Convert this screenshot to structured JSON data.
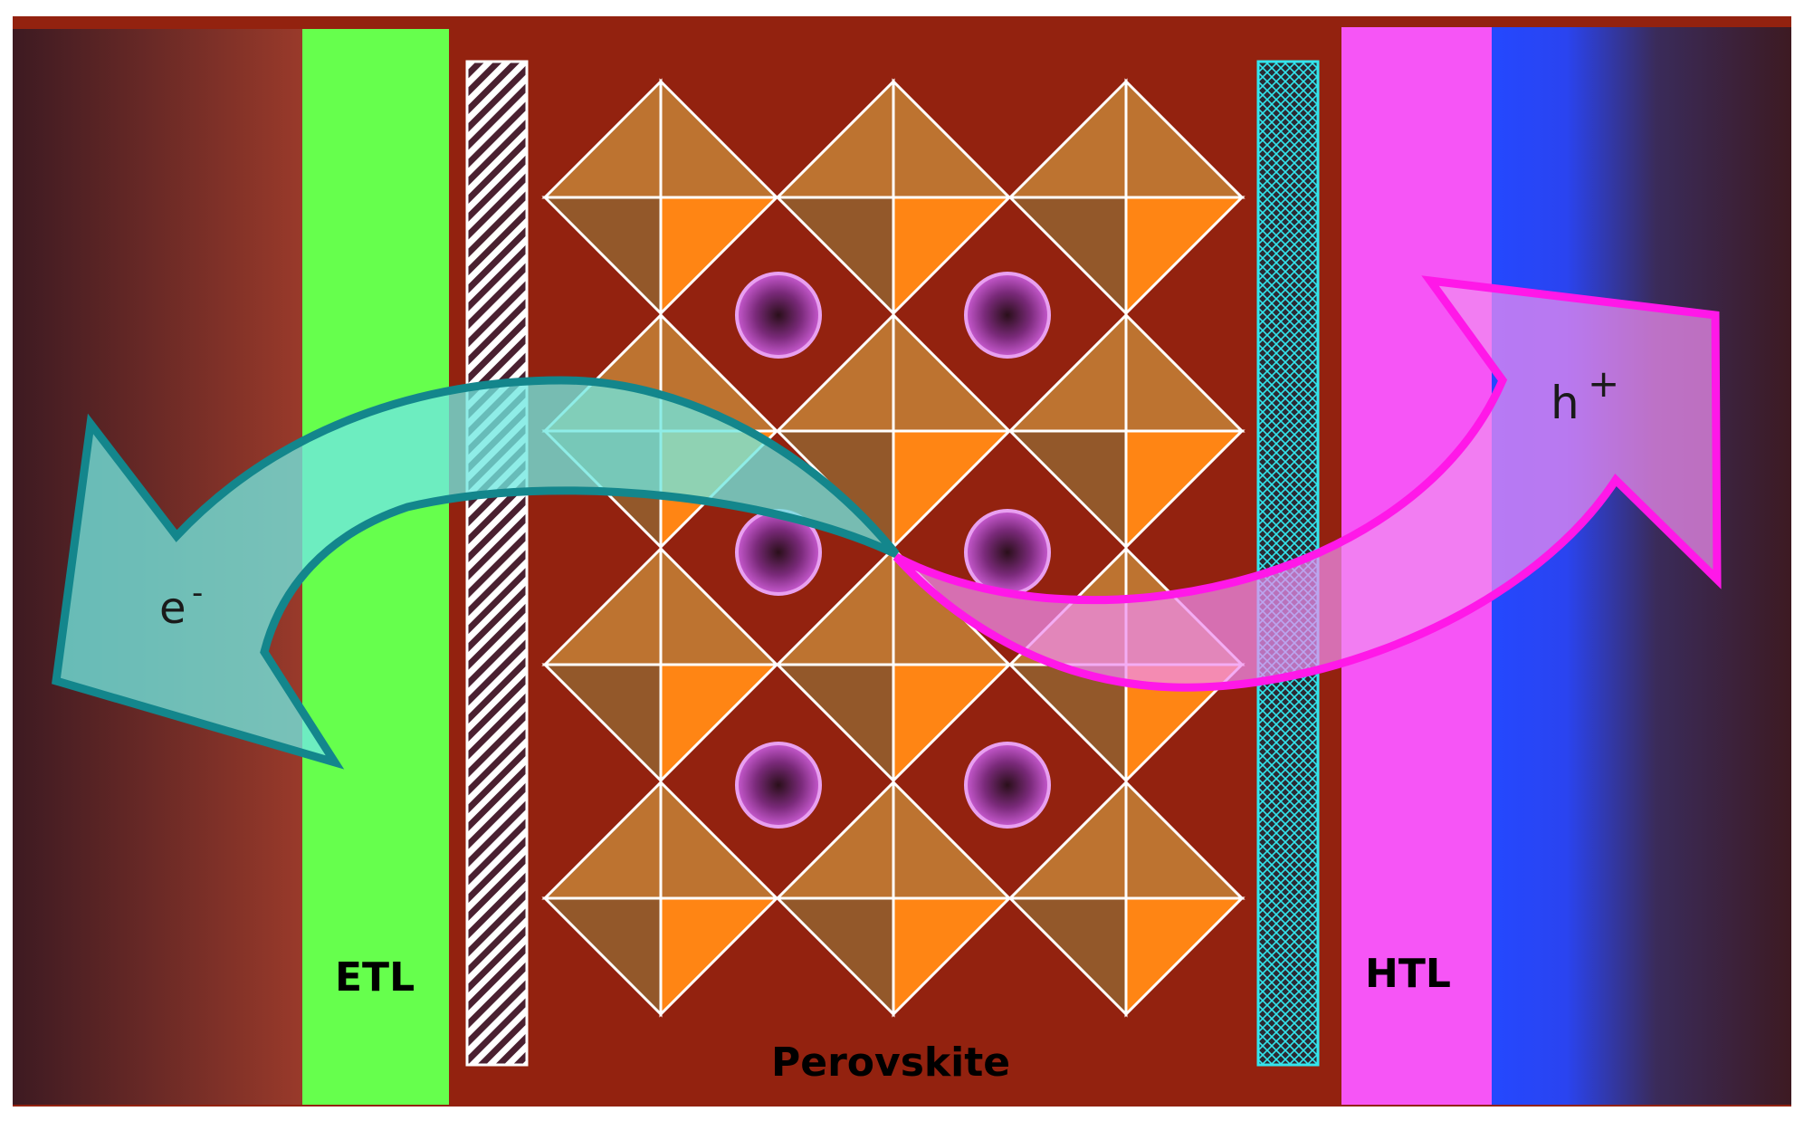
{
  "labels": {
    "etl": "ETL",
    "htl": "HTL",
    "perovskite": "Perovskite",
    "electron_base": "e",
    "electron_sup": "-",
    "hole_base": "h",
    "hole_sup": "+"
  },
  "colors": {
    "background": "#93220f",
    "etl": "#66ff4d",
    "htl": "#f655f6",
    "blue_band": "#2448ff",
    "dark_edge": "#3d1a22",
    "octahedron_dark": "#93582a",
    "octahedron_mid": "#bd7330",
    "octahedron_light": "#ff8514",
    "cation": "#b040b8",
    "electron_arrow_fill": "#6fe8e0",
    "electron_arrow_stroke": "#13868c",
    "hole_arrow_fill": "#f08ef0",
    "hole_arrow_stroke": "#ff18e8",
    "interlayer_right": "#33e6ee"
  }
}
